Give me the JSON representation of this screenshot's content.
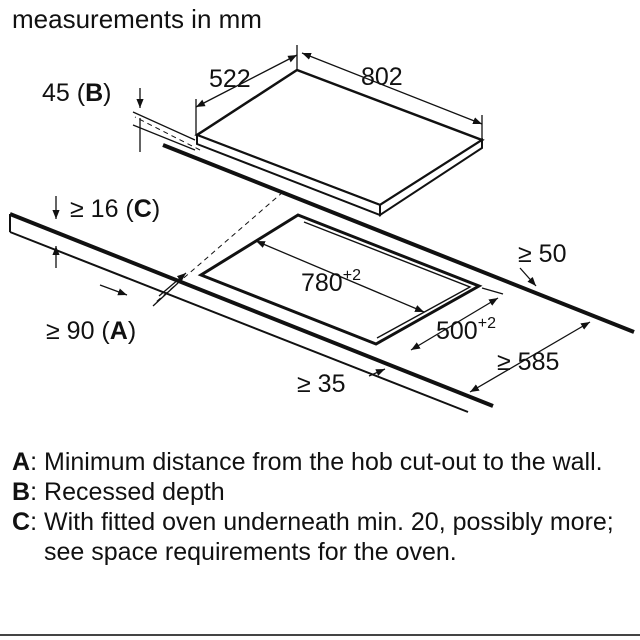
{
  "title": "measurements in mm",
  "hob": {
    "depth": "522",
    "width": "802"
  },
  "recessed_depth": {
    "value": "45 (",
    "key": "B",
    "close": ")"
  },
  "worktop_thickness": {
    "value": "≥ 16 (",
    "key": "C",
    "close": ")"
  },
  "wall_distance": {
    "value": "≥ 90 (",
    "key": "A",
    "close": ")"
  },
  "cutout": {
    "width": "780",
    "width_tol": "+2",
    "depth": "500",
    "depth_tol": "+2"
  },
  "clearances": {
    "back": "≥ 50",
    "front": "≥ 35",
    "worktop_depth": "≥ 585"
  },
  "legend": [
    {
      "key": "A",
      "text": "Minimum distance from the hob cut-out to the wall."
    },
    {
      "key": "B",
      "text": "Recessed depth"
    },
    {
      "key": "C",
      "text": "With fitted oven underneath min. 20, possibly more; see space requirements for the oven."
    }
  ],
  "colors": {
    "line": "#111111",
    "background": "#ffffff"
  }
}
